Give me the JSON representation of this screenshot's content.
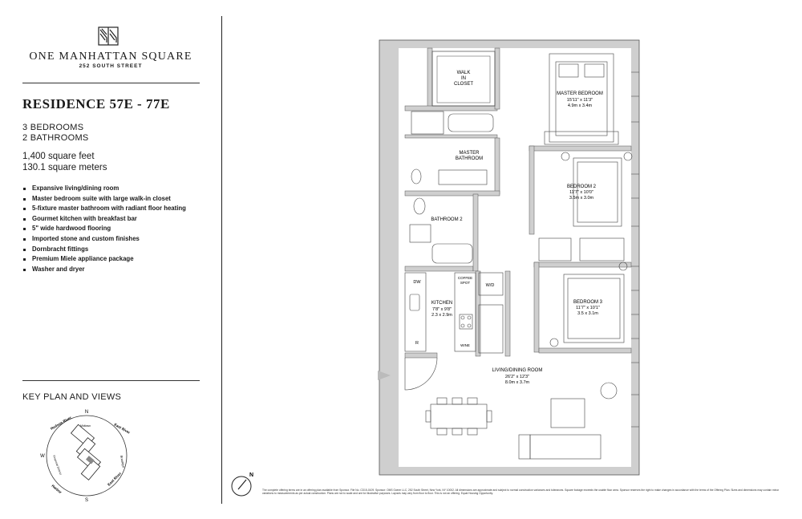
{
  "brand": {
    "name": "ONE MANHATTAN SQUARE",
    "address": "252 SOUTH STREET"
  },
  "residence": {
    "title": "RESIDENCE 57E - 77E",
    "bedrooms": "3 BEDROOMS",
    "bathrooms": "2 BATHROOMS",
    "sqft": "1,400 square feet",
    "sqm": "130.1 square meters"
  },
  "features": [
    "Expansive living/dining room",
    "Master bedroom suite with large walk-in closet",
    "5-fixture master bathroom with radiant floor heating",
    "Gourmet kitchen with breakfast bar",
    "5\" wide hardwood flooring",
    "Imported stone and custom finishes",
    "Dornbracht fittings",
    "Premium Miele appliance package",
    "Washer and dryer"
  ],
  "keyplan": {
    "title": "KEY PLAN AND VIEWS",
    "views": [
      "Hudson River",
      "East River",
      "Brooklyn",
      "East River",
      "Harbor",
      "Financial District",
      "Midtown"
    ],
    "directions": {
      "north": "N",
      "south": "S",
      "west": "W"
    }
  },
  "rooms": {
    "walk_in_closet": [
      "WALK",
      "IN",
      "CLOSET"
    ],
    "master_bedroom": {
      "name": "MASTER BEDROOM",
      "imperial": "15'11\" x 11'3\"",
      "metric": "4.9m x 3.4m"
    },
    "master_bathroom": [
      "MASTER",
      "BATHROOM"
    ],
    "bedroom2": {
      "name": "BEDROOM 2",
      "imperial": "11'7\" x 10'0\"",
      "metric": "3.5m x 3.0m"
    },
    "bathroom2": "BATHROOM 2",
    "kitchen": {
      "name": "KITCHEN",
      "imperial": "7'8\" x 9'8\"",
      "metric": "2.3 x 2.9m"
    },
    "coffee": [
      "COFFEE",
      "SPOT"
    ],
    "wd": "W/D",
    "dw": "DW",
    "fridge": "R",
    "wine": "WINE",
    "bedroom3": {
      "name": "BEDROOM 3",
      "imperial": "11'7\" x 10'1\"",
      "metric": "3.5 x 3.1m"
    },
    "living": {
      "name": "LIVING/DINING ROOM",
      "imperial": "26'2\" x 12'3\"",
      "metric": "8.0m x 3.7m"
    }
  },
  "legal_text": "The complete offering terms are in an offering plan available from Sponsor. File No. CD15-0109. Sponsor: OMS Owner LLC, 252 South Street, New York, NY 10002. All dimensions are approximate and subject to normal construction variances and tolerances. Square footage exceeds the usable floor area. Sponsor reserves the right to make changes in accordance with the terms of the Offering Plan. Sizes and dimensions may contain minor variations to measurements as per actual construction. Plans are not to scale and are for illustrative purposes. Layouts may vary from floor to floor. This is not an offering. Equal Housing Opportunity."
}
